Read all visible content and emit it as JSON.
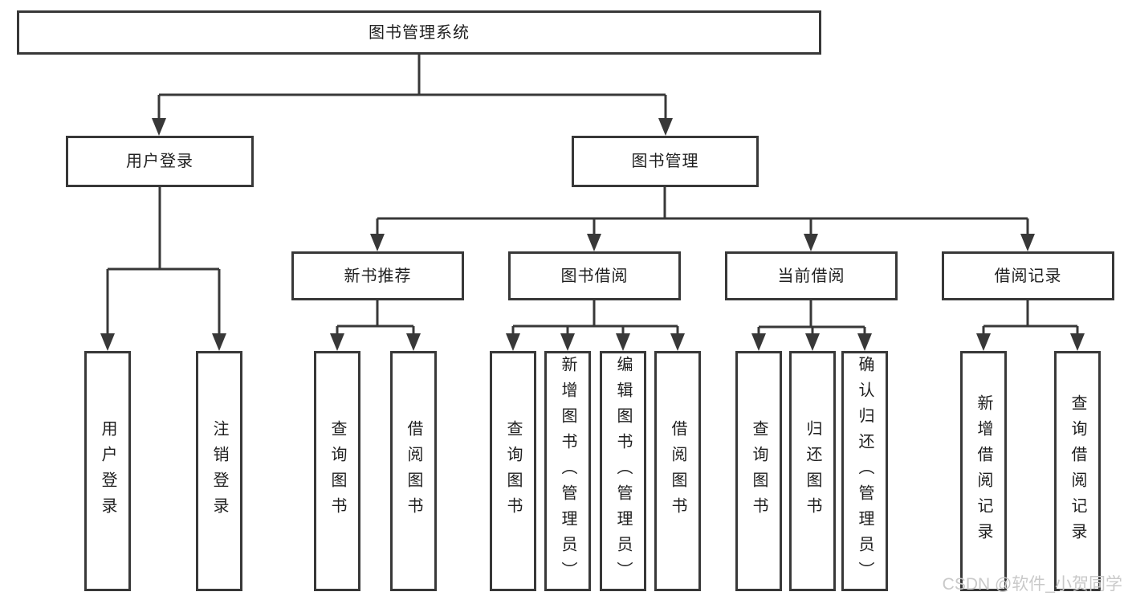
{
  "nodes": {
    "root": "图书管理系统",
    "user_login": "用户登录",
    "book_mgmt": "图书管理",
    "new_book_rec": "新书推荐",
    "book_borrow": "图书借阅",
    "current_borrow": "当前借阅",
    "borrow_records": "借阅记录",
    "ul_login": "用户登录",
    "ul_logout": "注销登录",
    "nb_query": "查询图书",
    "nb_borrow": "借阅图书",
    "bb_query": "查询图书",
    "bb_add": "新增图书（管理员）",
    "bb_edit": "编辑图书（管理员）",
    "bb_borrow": "借阅图书",
    "cb_query": "查询图书",
    "cb_return": "归还图书",
    "cb_confirm": "确认归还（管理员）",
    "br_add": "新增借阅记录",
    "br_query": "查询借阅记录"
  },
  "watermark": "CSDN @软件_小贺同学",
  "colors": {
    "line": "#383838",
    "text": "#1f1f1f",
    "watermark": "#c9c9c9",
    "background": "#ffffff"
  }
}
